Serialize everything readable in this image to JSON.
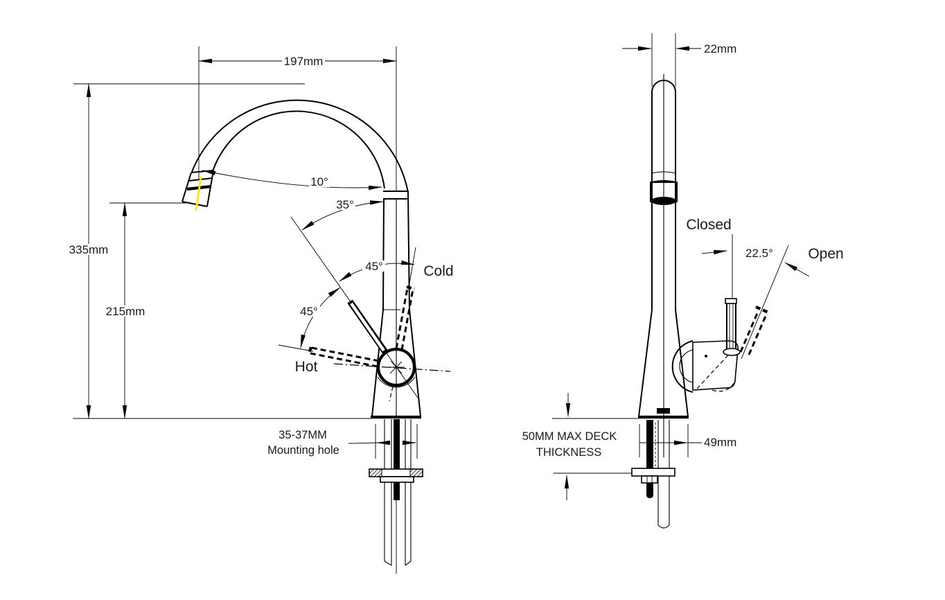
{
  "drawing": {
    "front_view": {
      "spout_reach": "197mm",
      "overall_height": "335mm",
      "outlet_height": "215mm",
      "spout_tilt": "10°",
      "handle_swing": "35°",
      "handle_angle_upper": "45°",
      "handle_angle_lower": "45°",
      "cold_label": "Cold",
      "hot_label": "Hot",
      "mounting_hole_size": "35-37MM",
      "mounting_hole_caption": "Mounting hole"
    },
    "side_view": {
      "spout_diameter": "22mm",
      "closed_label": "Closed",
      "handle_open_angle": "22.5°",
      "open_label": "Open",
      "deck_thickness_line1": "50MM MAX DECK",
      "deck_thickness_line2": "THICKNESS",
      "base_depth": "49mm"
    },
    "colors": {
      "line": "#000000",
      "aerator_highlight": "#FFE61E",
      "background": "#FFFFFF"
    }
  }
}
